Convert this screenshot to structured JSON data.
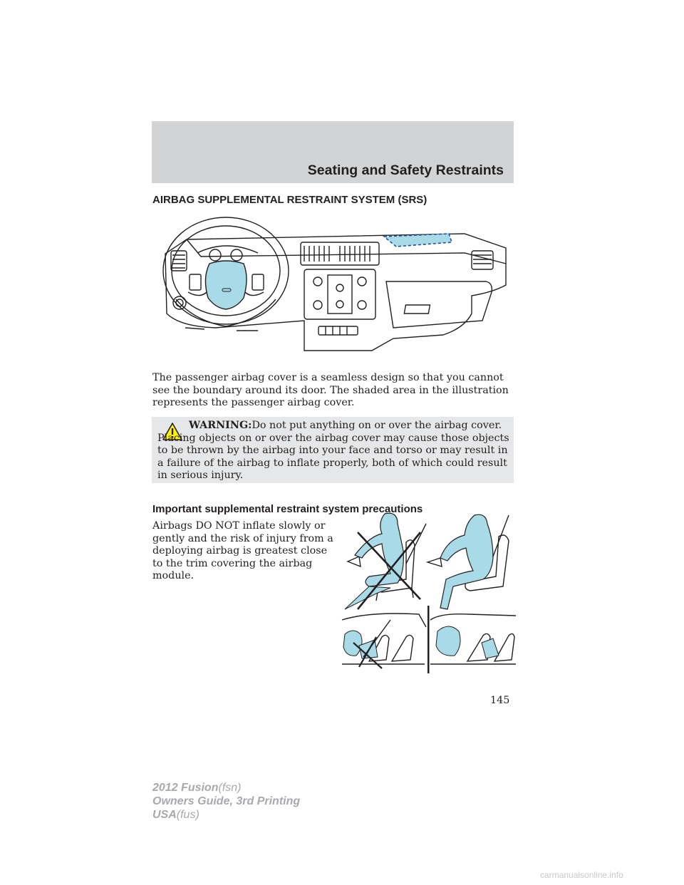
{
  "header": {
    "title": "Seating and Safety Restraints"
  },
  "section": {
    "heading": "AIRBAG SUPPLEMENTAL RESTRAINT SYSTEM (SRS)"
  },
  "body": {
    "para1": "The passenger airbag cover is a seamless design so that you cannot see the boundary around its door. The shaded area in the illustration represents the passenger airbag cover."
  },
  "warning": {
    "label": "WARNING:",
    "text": "Do not put anything on or over the airbag cover. Placing objects on or over the airbag cover may cause those objects to be thrown by the airbag into your face and torso or may result in a failure of the airbag to inflate properly, both of which could result in serious injury."
  },
  "precautions": {
    "heading": "Important supplemental restraint system precautions",
    "para": "Airbags DO NOT inflate slowly or gently and the risk of injury from a deploying airbag is greatest close to the trim covering the airbag module."
  },
  "page": {
    "number": "145"
  },
  "footer": {
    "line1_bold": "2012 Fusion",
    "line1_code": "(fsn)",
    "line2": "Owners Guide, 3rd Printing",
    "line3_bold": "USA",
    "line3_code": "(fus)"
  },
  "watermark": {
    "text": "carmanualsonline.info"
  },
  "colors": {
    "airbag_fill": "#a8dbe7",
    "header_band": "#d1d3d4",
    "warning_bg": "#e6e7e8"
  }
}
